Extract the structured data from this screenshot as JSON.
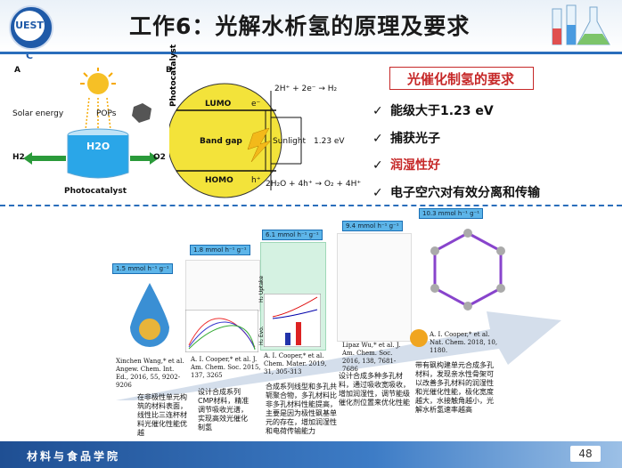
{
  "header": {
    "title": "工作6：光解水析氢的原理及要求",
    "logo_text": "UEST C"
  },
  "diagram_a": {
    "panel": "A",
    "solar": "Solar energy",
    "pops": "POPs",
    "h2o": "H2O",
    "h2": "H2",
    "o2": "O2",
    "photocatalyst": "Photocatalyst"
  },
  "diagram_b": {
    "panel": "B",
    "lumo": "LUMO",
    "homo": "HOMO",
    "band_gap": "Band gap",
    "sunlight": "Sunlight",
    "energy": "1.23 eV",
    "electron": "e⁻",
    "hole": "h⁺",
    "reaction_top": "2H⁺ + 2e⁻ → H₂",
    "reaction_bottom": "2H₂O + 4h⁺ → O₂ + 4H⁺",
    "vertical_label": "Photocatalyst"
  },
  "requirements": {
    "title": "光催化制氢的要求",
    "items": [
      {
        "mark": "✓",
        "text": "能级大于1.23 eV",
        "highlight": false
      },
      {
        "mark": "✓",
        "text": "捕获光子",
        "highlight": false
      },
      {
        "mark": "✓",
        "text": "润湿性好",
        "highlight": true
      },
      {
        "mark": "✓",
        "text": "电子空穴对有效分离和传输",
        "highlight": false
      }
    ]
  },
  "timeline": {
    "items": [
      {
        "rate": "1.5 mmol h⁻¹ g⁻¹",
        "cite": "Xinchen Wang,* et al. Angew. Chem. Int. Ed., 2016, 55, 9202-9206",
        "desc": "在非极性单元构筑的材料表面，线性比三连杯材料光催化性能优越"
      },
      {
        "rate": "1.8 mmol h⁻¹ g⁻¹",
        "cite": "A. I. Cooper,* et al. J. Am. Chem. Soc. 2015, 137, 3265",
        "desc": "设计合成系列CMP材料，精准调节吸收光谱，实现高效光催化制氢"
      },
      {
        "rate": "6.1 mmol h⁻¹ g⁻¹",
        "cite": "A. I. Cooper,* et al. Chem. Mater. 2019, 31, 305-313",
        "desc": "合成系列线型和多孔共轭聚合物，多孔材料比非多孔材料性能提高，主要是因为极性砜基单元的存在，增加润湿性和电荷传输能力"
      },
      {
        "rate": "9.4 mmol h⁻¹ g⁻¹",
        "cite": "Lipaz Wu,* et al. J. Am. Chem. Soc. 2016, 138, 7681-7686",
        "desc": "设计合成多种多孔材料，通过吸收宽吸收，增加润湿性，调节能级催化剂位置来优化性能"
      },
      {
        "rate": "10.3 mmol h⁻¹ g⁻¹",
        "cite": "A. I. Cooper,* et al. Nat. Chem. 2018, 10, 1180.",
        "desc": "带有砜构建单元合成多孔材料，发现亲水性骨架可以改善多孔材料的润湿性和光催化性能，极化宽度越大，水接触角越小，光解水析氢速率越高"
      }
    ],
    "chart_labels": {
      "top_y": "H₂ Uptake",
      "bottom_y": "H₂ Evo."
    }
  },
  "footer": {
    "text": "材料与食品学院",
    "page": "48"
  },
  "colors": {
    "accent": "#2a6ebb",
    "requirement_red": "#c62828",
    "rate_box": "#5db5e9",
    "footer": "#1f4f93"
  }
}
